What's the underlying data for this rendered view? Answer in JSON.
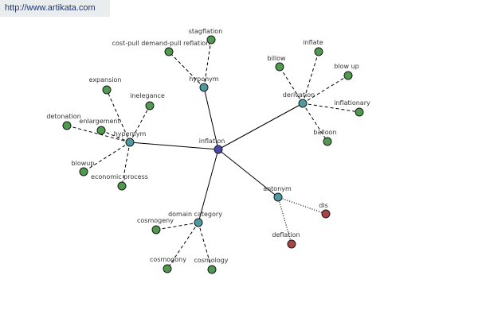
{
  "header": {
    "url": "http://www.artikata.com"
  },
  "colors": {
    "center": "#4a4aa8",
    "relation": "#4f9aa0",
    "term": "#4f9a4f",
    "antonym_term": "#a84444"
  },
  "graph": {
    "center": "inflation",
    "relations": {
      "hypernym": "hypernym",
      "hyponym": "hyponym",
      "derivation": "derivation",
      "antonym": "antonym",
      "domain_category": "domain category"
    },
    "terms": {
      "expansion": "expansion",
      "inelegance": "inelegance",
      "detonation": "detonation",
      "enlargement": "enlargement",
      "blowup": "blowup",
      "economic_process": "economic process",
      "stagflation": "stagflation",
      "cost_pull_demand_pull": "cost-pull demand-pull reflation",
      "billow": "billow",
      "inflate": "inflate",
      "blow_up": "blow up",
      "inflationary": "inflationary",
      "balloon": "balloon",
      "dis": "dis",
      "deflation": "deflation",
      "cosmogeny": "cosmogeny",
      "cosmogony": "cosmogony",
      "cosmology": "cosmology"
    }
  }
}
